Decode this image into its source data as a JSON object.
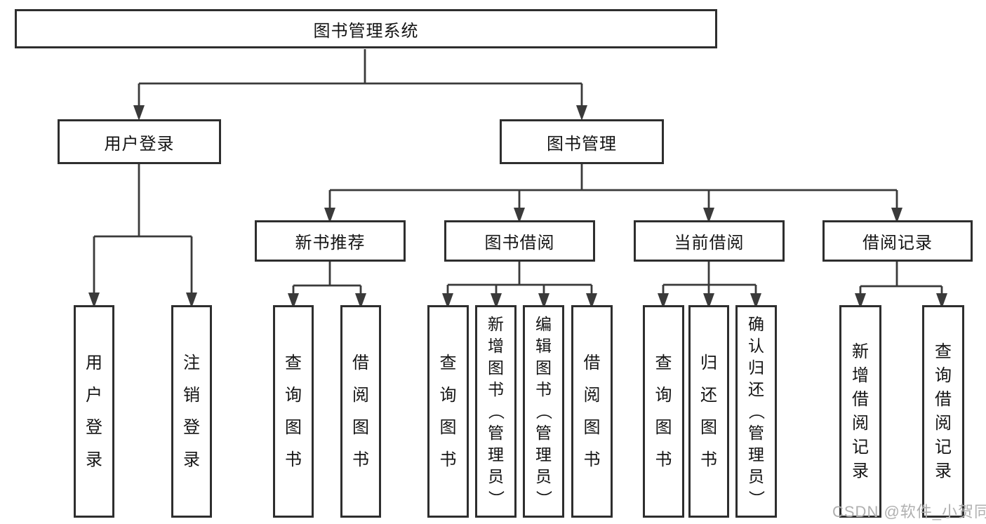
{
  "diagram": {
    "root": {
      "label": "图书管理系统"
    },
    "branches": [
      {
        "label": "用户登录",
        "children": [
          {
            "label": "用户登录"
          },
          {
            "label": "注销登录"
          }
        ]
      },
      {
        "label": "图书管理",
        "children": [
          {
            "label": "新书推荐",
            "children": [
              {
                "label": "查询图书"
              },
              {
                "label": "借阅图书"
              }
            ]
          },
          {
            "label": "图书借阅",
            "children": [
              {
                "label": "查询图书"
              },
              {
                "label": "新增图书（管理员）"
              },
              {
                "label": "编辑图书（管理员）"
              },
              {
                "label": "借阅图书"
              }
            ]
          },
          {
            "label": "当前借阅",
            "children": [
              {
                "label": "查询图书"
              },
              {
                "label": "归还图书"
              },
              {
                "label": "确认归还（管理员）"
              }
            ]
          },
          {
            "label": "借阅记录",
            "children": [
              {
                "label": "新增借阅记录"
              },
              {
                "label": "查询借阅记录"
              }
            ]
          }
        ]
      }
    ],
    "watermark": "CSDN @软件_小贺同学",
    "colors": {
      "line": "#3a3a3a",
      "box_border": "#2e2e2e",
      "text": "#141414",
      "watermark": "#b0b0b0",
      "background": "#ffffff"
    }
  }
}
